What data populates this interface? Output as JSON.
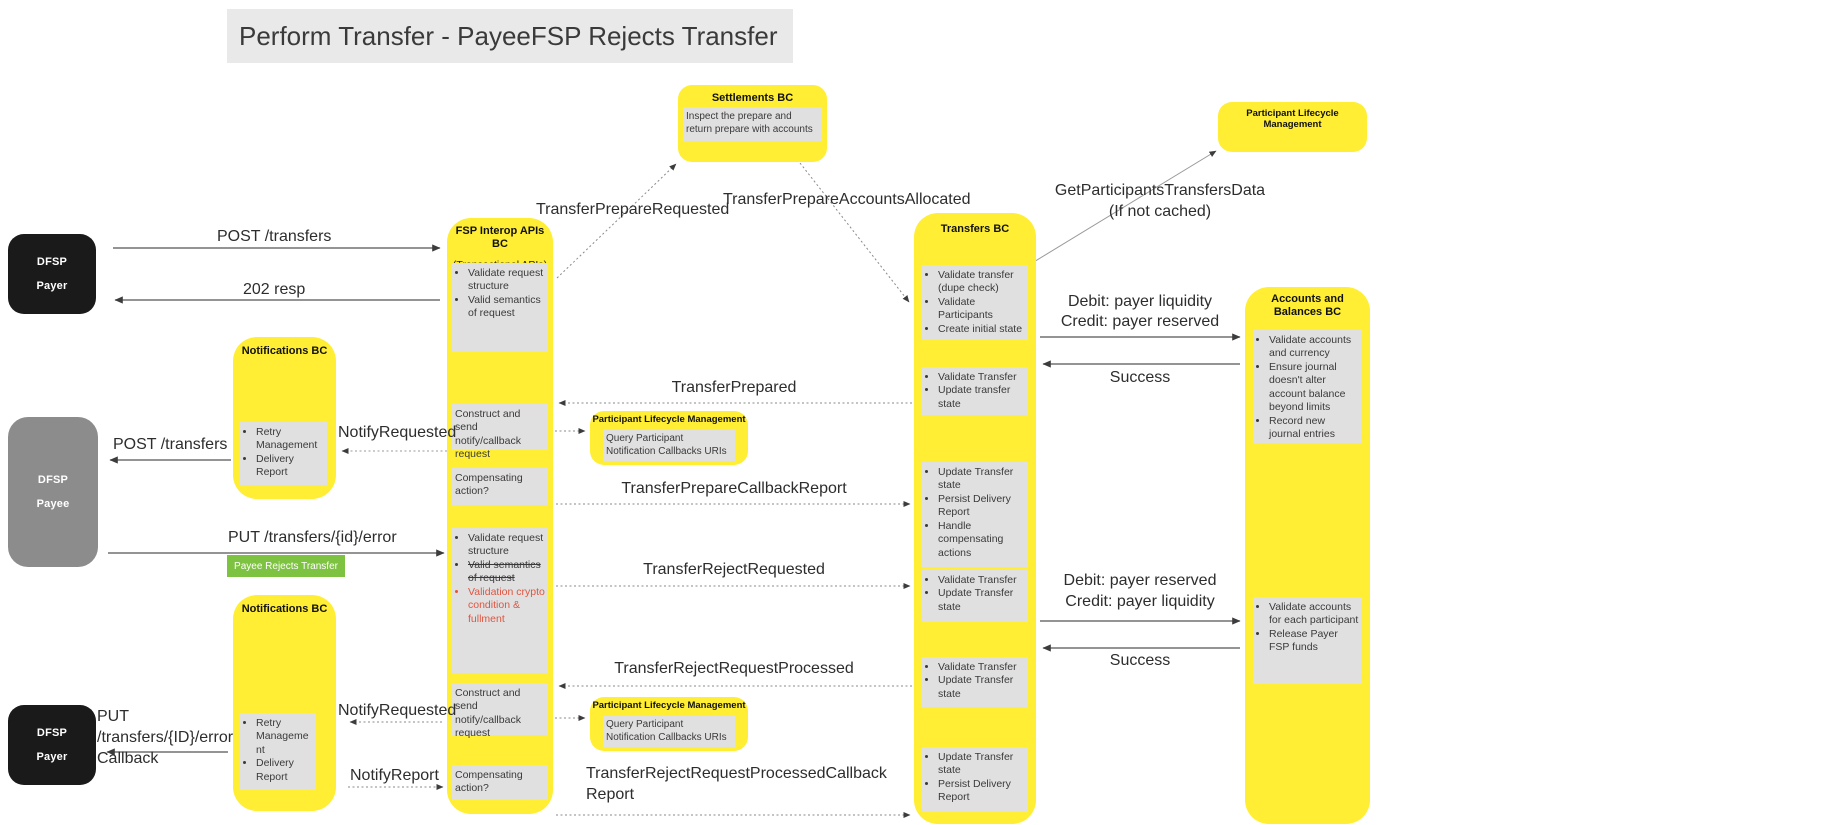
{
  "title": "Perform Transfer - PayeeFSP Rejects Transfer",
  "colors": {
    "yellow": "#FFEE33",
    "inner_box_gray": "#E0E0E0",
    "title_bar_gray": "#E9E9E9",
    "actor_black": "#1A1A1A",
    "actor_gray": "#8C8C8C",
    "green": "#7EC242",
    "red_text": "#E05540"
  },
  "actors": {
    "payer_top": {
      "line1": "DFSP",
      "line2": "Payer"
    },
    "payee": {
      "line1": "DFSP",
      "line2": "Payee"
    },
    "payer_bottom": {
      "line1": "DFSP",
      "line2": "Payer"
    }
  },
  "settlements": {
    "title": "Settlements BC",
    "note": "Inspect the prepare and return prepare with accounts"
  },
  "plm_top": {
    "title": "Participant Lifecycle Management"
  },
  "plm_mid1": {
    "title": "Participant Lifecycle Management",
    "note": "Query Participant Notification Callbacks URIs"
  },
  "plm_mid2": {
    "title": "Participant Lifecycle Management",
    "note": "Query Participant Notification Callbacks URIs"
  },
  "notifications1": {
    "title": "Notifications BC",
    "items": [
      "Retry Management",
      "Delivery Report"
    ]
  },
  "notifications2": {
    "title": "Notifications BC",
    "items": [
      "Retry Management",
      "Delivery Report"
    ]
  },
  "fsp_interop": {
    "title": "FSP Interop APIs BC",
    "subtitle": "(Transactional APIs)",
    "box1_items": [
      "Validate request structure",
      "Valid semantics of request"
    ],
    "box2": "Construct and send notify/callback request",
    "box3": "Compensating action?",
    "box4_items": [
      {
        "text": "Validate request structure",
        "style": "normal"
      },
      {
        "text": "Valid semantics of request",
        "style": "strike"
      },
      {
        "text": "Validation crypto condition & fullment",
        "style": "red"
      }
    ],
    "box5": "Construct and send notify/callback request",
    "box6": "Compensating action?"
  },
  "transfers": {
    "title": "Transfers BC",
    "box1_items": [
      "Validate transfer (dupe check)",
      "Validate Participants",
      "Create initial state"
    ],
    "box2_items": [
      "Validate Transfer",
      "Update transfer state"
    ],
    "box3_items": [
      "Update Transfer state",
      "Persist Delivery Report",
      "Handle compensating actions"
    ],
    "box4_items": [
      "Validate Transfer",
      "Update Transfer state"
    ],
    "box5_items": [
      "Validate Transfer",
      "Update Transfer state"
    ],
    "box6_items": [
      "Update Transfer state",
      "Persist Delivery Report"
    ]
  },
  "accounts": {
    "title": "Accounts and Balances BC",
    "box1_items": [
      "Validate accounts and currency",
      "Ensure journal doesn't alter account balance beyond limits",
      "Record new journal entries"
    ],
    "box2_items": [
      "Validate accounts for each participant",
      "Release Payer FSP funds"
    ]
  },
  "messages": {
    "post_transfers_1": "POST /transfers",
    "resp_202": "202 resp",
    "transfer_prepare_requested": "TransferPrepareRequested",
    "transfer_prepare_accounts_allocated": "TransferPrepareAccountsAllocated",
    "get_participants_line1": "GetParticipantsTransfersData",
    "get_participants_line2": "(If not cached)",
    "debit_payer_liquidity": "Debit: payer liquidity",
    "credit_payer_reserved": "Credit: payer reserved",
    "success_1": "Success",
    "transfer_prepared": "TransferPrepared",
    "notify_requested_1": "NotifyRequested",
    "post_transfers_2": "POST /transfers",
    "transfer_prepare_callback_report": "TransferPrepareCallbackReport",
    "put_transfers_error": "PUT /transfers/{id}/error",
    "payee_rejects_transfer": "Payee Rejects Transfer",
    "transfer_reject_requested": "TransferRejectRequested",
    "debit_payer_reserved": "Debit: payer reserved",
    "credit_payer_liquidity": "Credit: payer liquidity",
    "success_2": "Success",
    "transfer_reject_request_processed": "TransferRejectRequestProcessed",
    "notify_requested_2": "NotifyRequested",
    "put_transfers_error_callback": "PUT /transfers/{ID}/error Callback",
    "notify_report": "NotifyReport",
    "transfer_reject_processed_callback_report": "TransferRejectRequestProcessedCallbackReport"
  }
}
